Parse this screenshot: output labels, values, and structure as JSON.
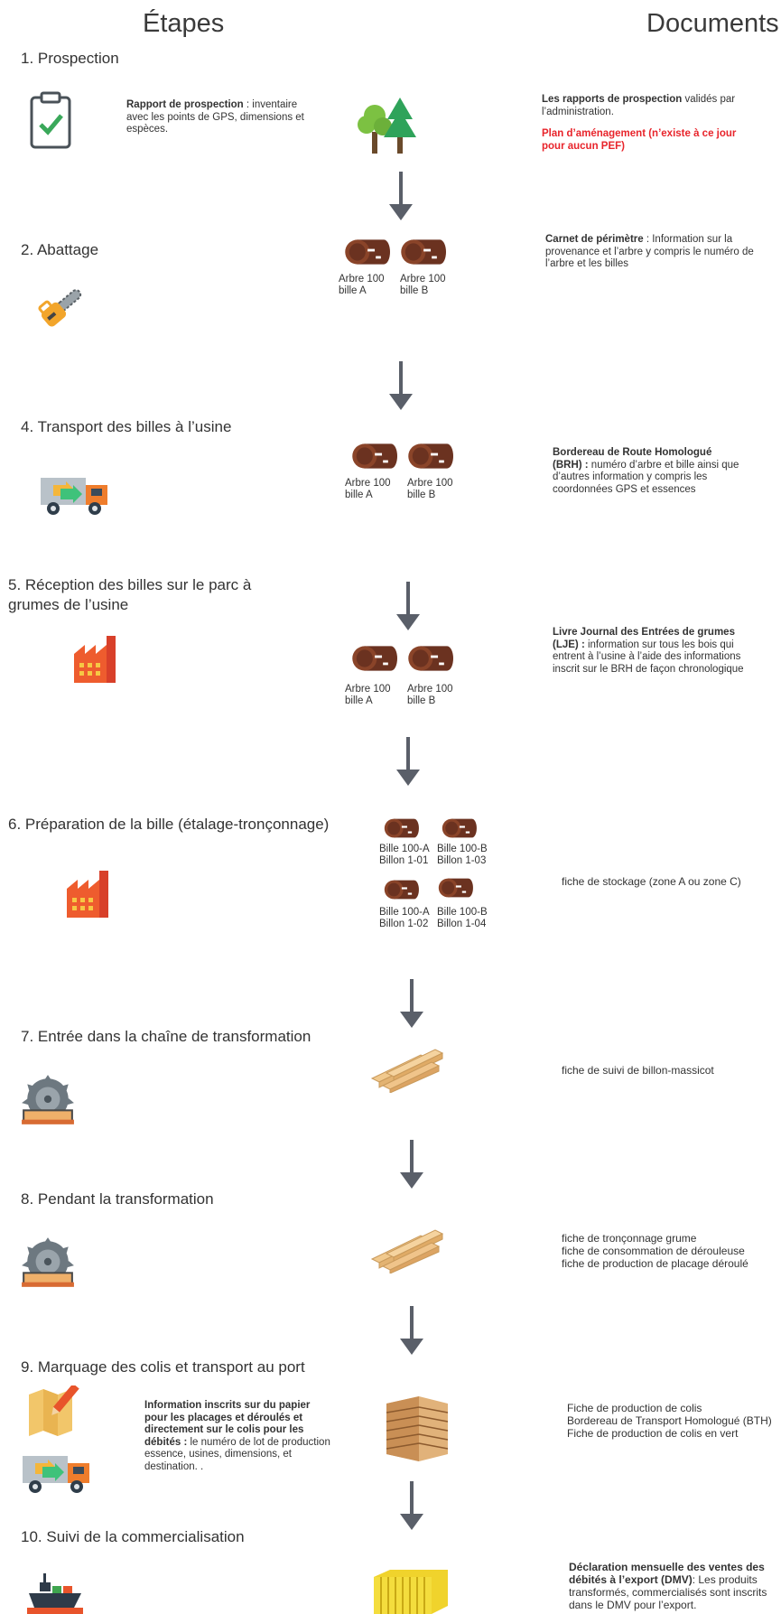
{
  "headers": {
    "steps": "Étapes",
    "documents": "Documents"
  },
  "steps": [
    {
      "title": "1. Prospection"
    },
    {
      "title": "2. Abattage"
    },
    {
      "title": "4. Transport des billes à l’usine"
    },
    {
      "title": "5. Réception des billes sur le parc à grumes de l’usine"
    },
    {
      "title": "6. Préparation de la bille (étalage-tronçonnage)"
    },
    {
      "title": "7. Entrée dans la chaîne de transformation"
    },
    {
      "title": "8. Pendant la transformation"
    },
    {
      "title": "9. Marquage des colis et transport au port"
    },
    {
      "title": "10. Suivi de la commercialisation"
    }
  ],
  "prospection_note": {
    "bold": "Rapport de prospection",
    "rest": " : inventaire avec les points de GPS, dimensions et espèces."
  },
  "marking_note": {
    "bold": "Information inscrits sur du papier pour les placages et déroulés et directement sur le colis pour les débités : ",
    "rest": " le numéro de lot de production essence, usines, dimensions, et destination. ."
  },
  "log_labels": {
    "a": "Arbre 100 bille A",
    "b": "Arbre 100 bille B",
    "b1": "Bille 100-A Billon 1-01",
    "b2": "Bille 100-B Billon 1-03",
    "b3": "Bille 100-A Billon 1-02",
    "b4": "Bille 100-B Billon 1-04"
  },
  "documents": {
    "d1_bold": "Les rapports de prospection",
    "d1_rest": " validés par l’administration.",
    "d1_red": "Plan d’aménagement (n’existe à ce jour pour aucun PEF)",
    "d2_bold": "Carnet de périmètre",
    "d2_rest": " :  Information sur la provenance et l’arbre y compris le numéro de l’arbre et les billes",
    "d3_bold": "Bordereau de Route Homologué (BRH) :",
    "d3_rest": " numéro d’arbre et bille ainsi que d’autres information y compris les coordonnées GPS et essences",
    "d4_bold": "Livre Journal des Entrées de grumes (LJE) :",
    "d4_rest": "  information sur tous les bois qui entrent à l’usine à l’aide des informations inscrit sur le BRH de façon chronologique",
    "d5": "fiche de stockage (zone A ou zone C)",
    "d6": "fiche de suivi de billon-massicot",
    "d7a": "fiche de tronçonnage grume",
    "d7b": "fiche de consommation de dérouleuse",
    "d7c": "fiche de production de placage déroulé",
    "d8a": "Fiche de production de colis",
    "d8b": "Bordereau de Transport Homologué (BTH)",
    "d8c": "Fiche de production de colis en vert",
    "d9_bold": "Déclaration mensuelle des ventes des débités à l’export (DMV)",
    "d9_rest": ":  Les produits transformés, commercialisés sont inscrits dans le DMV pour l’export."
  },
  "colors": {
    "log": "#7a3a22",
    "arrow": "#555b66",
    "factory": "#e8532a",
    "red": "#e8242b"
  }
}
